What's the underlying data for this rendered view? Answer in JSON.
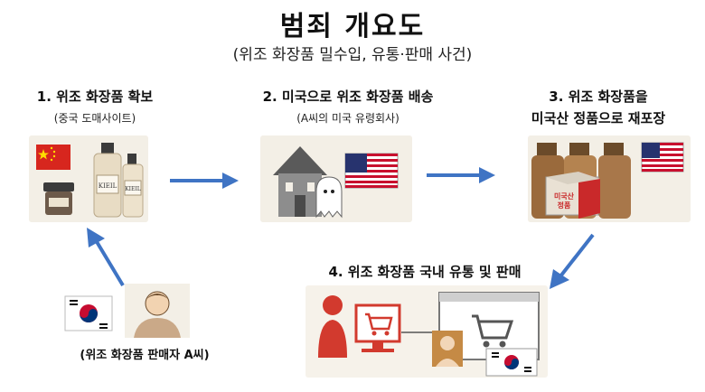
{
  "title": "범죄 개요도",
  "subtitle": "(위조 화장품 밀수입, 유통·판매 사건)",
  "steps": [
    {
      "title": "1. 위조 화장품 확보",
      "sub": "(중국 도매사이트)"
    },
    {
      "title": "2. 미국으로 위조 화장품 배송",
      "sub": "(A씨의 미국 유령회사)"
    },
    {
      "title_line1": "3. 위조 화장품을",
      "title_line2": "미국산 정품으로 재포장",
      "box_label_line1": "미국산",
      "box_label_line2": "정품"
    },
    {
      "title": "4. 위조 화장품 국내 유통 및 판매"
    }
  ],
  "seller_label": "(위조 화장품 판매자 A씨)",
  "product_labels": [
    "KIEIL",
    "KIEIL"
  ],
  "colors": {
    "arrow": "#3f74c4",
    "panel": "#f3efe6"
  }
}
